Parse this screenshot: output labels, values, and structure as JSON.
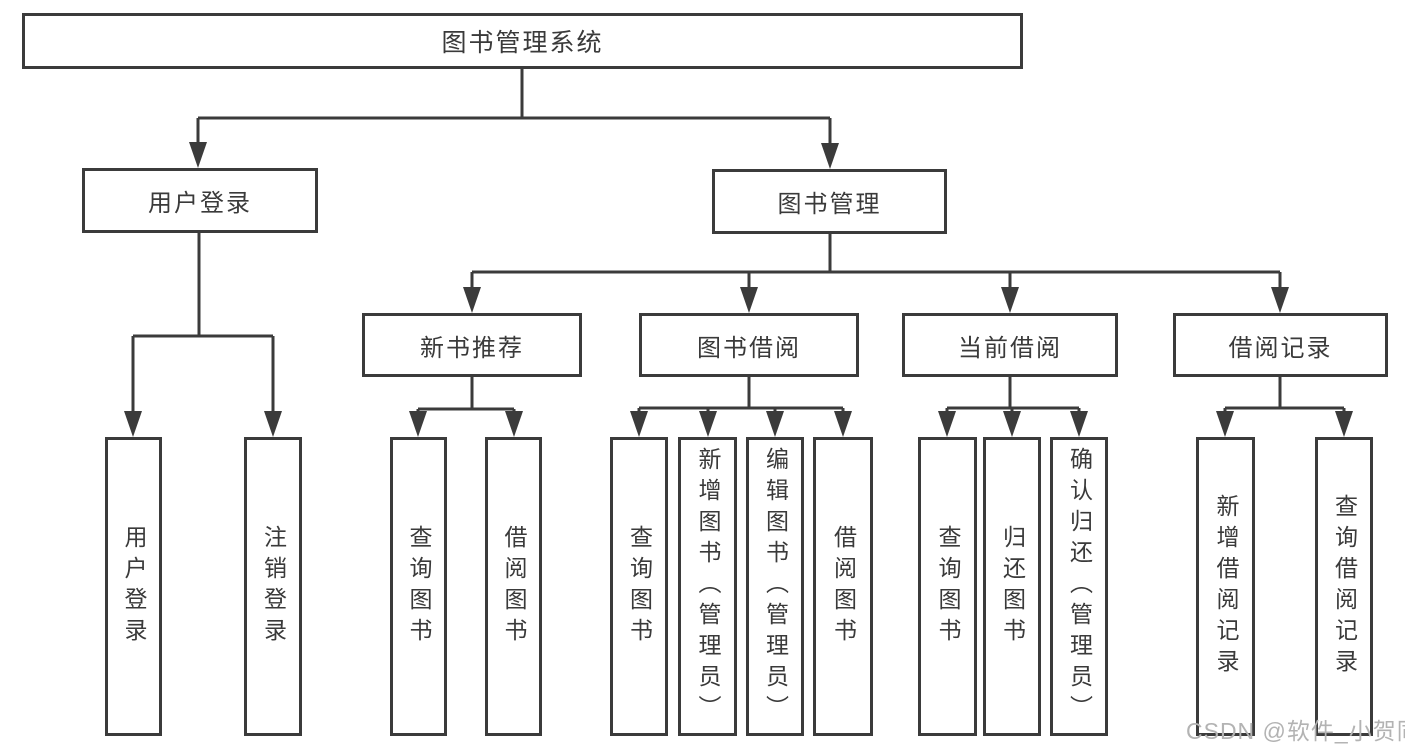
{
  "colors": {
    "line": "#3b3b3b",
    "text": "#3a3a3a",
    "background": "#ffffff",
    "watermark": "#b3b3b3"
  },
  "nodes": {
    "root": {
      "label": "图书管理系统"
    },
    "user_login": {
      "label": "用户登录"
    },
    "book_management": {
      "label": "图书管理"
    },
    "new_book_rec": {
      "label": "新书推荐"
    },
    "book_borrow": {
      "label": "图书借阅"
    },
    "current_borrow": {
      "label": "当前借阅"
    },
    "borrow_record": {
      "label": "借阅记录"
    },
    "leaf_user_login": {
      "label": "用户登录"
    },
    "leaf_logout": {
      "label": "注销登录"
    },
    "leaf_newbook_query": {
      "label": "查询图书"
    },
    "leaf_newbook_borrow": {
      "label": "借阅图书"
    },
    "leaf_borrow_query": {
      "label": "查询图书"
    },
    "leaf_borrow_add": {
      "label": "新增图书（管理员）"
    },
    "leaf_borrow_edit": {
      "label": "编辑图书（管理员）"
    },
    "leaf_borrow_borrow": {
      "label": "借阅图书"
    },
    "leaf_current_query": {
      "label": "查询图书"
    },
    "leaf_current_return": {
      "label": "归还图书"
    },
    "leaf_current_confirm": {
      "label": "确认归还（管理员）"
    },
    "leaf_record_add": {
      "label": "新增借阅记录"
    },
    "leaf_record_query": {
      "label": "查询借阅记录"
    }
  },
  "watermark": {
    "text": "CSDN @软件_小贺同学"
  }
}
